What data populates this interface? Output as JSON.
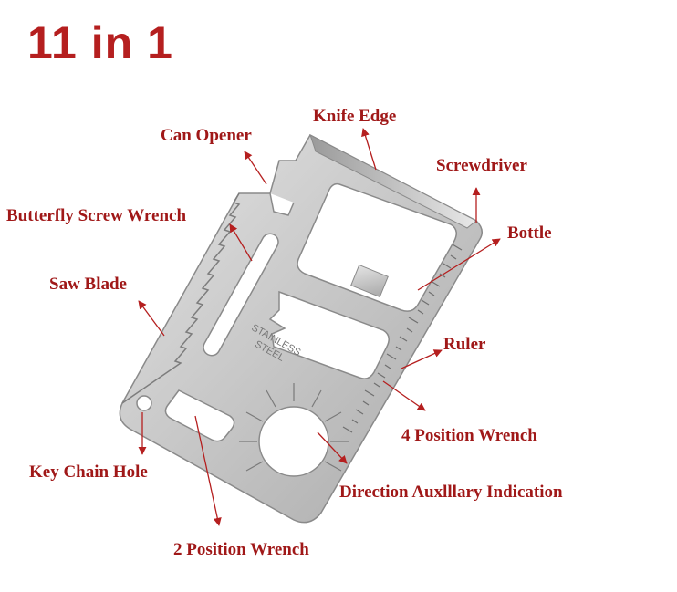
{
  "title": "11 in 1",
  "card_engraving": {
    "line1": "STAINLESS",
    "line2": "STEEL"
  },
  "labels": {
    "knife_edge": "Knife Edge",
    "can_opener": "Can Opener",
    "screwdriver": "Screwdriver",
    "butterfly_wrench": "Butterfly Screw Wrench",
    "bottle": "Bottle",
    "saw_blade": "Saw Blade",
    "ruler": "Ruler",
    "four_position_wrench": "4 Position Wrench",
    "key_chain_hole": "Key Chain Hole",
    "direction_indication": "Direction Auxlllary Indication",
    "two_position_wrench": "2 Position Wrench"
  },
  "colors": {
    "accent": "#b51f1f",
    "label": "#a01818",
    "steel_light": "#d9d9d9",
    "steel_mid": "#bdbdbd",
    "steel_dark": "#8c8c8c"
  }
}
